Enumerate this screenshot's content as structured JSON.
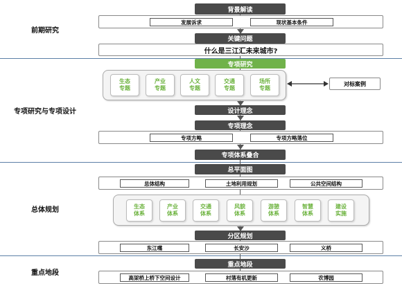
{
  "sections": {
    "early_research": "前期研究",
    "special_design": "专项研究与专项设计",
    "overall_planning": "总体规划",
    "key_areas": "重点地段"
  },
  "background": {
    "title": "背景解读",
    "items": [
      "发展诉求",
      "现状基本条件"
    ]
  },
  "key_issue": {
    "title": "关键问题",
    "question": "什么是三江汇未来城市?"
  },
  "special_research": {
    "title": "专项研究",
    "topics": [
      "生态\n专题",
      "产业\n专题",
      "人文\n专题",
      "交通\n专题",
      "场所\n专题"
    ],
    "benchmark": "对标案例"
  },
  "design_concept": "设计理念",
  "special_concept": {
    "title": "专项理念",
    "items": [
      "专项方略",
      "专项方略落位"
    ]
  },
  "system_overlay": "专项体系叠合",
  "master_plan": {
    "title": "总平面图",
    "items": [
      "总体结构",
      "土地利用规划",
      "公共空间结构"
    ],
    "systems": [
      "生态\n体系",
      "产业\n体系",
      "交通\n体系",
      "风貌\n体系",
      "游憩\n体系",
      "智慧\n体系",
      "建设\n实施"
    ]
  },
  "district": {
    "title": "分区规划",
    "items": [
      "东江嘴",
      "长安沙",
      "义桥"
    ]
  },
  "key_area": {
    "title": "重点地段",
    "items": [
      "高架桥上桥下空间设计",
      "村落有机更新",
      "农博园"
    ]
  }
}
